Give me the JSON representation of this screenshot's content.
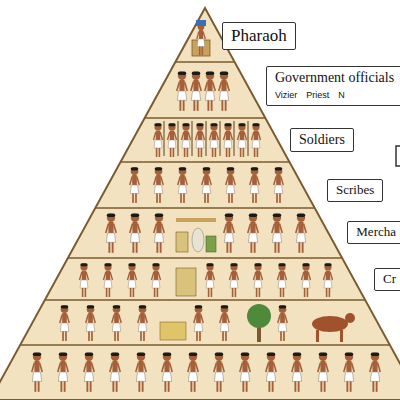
{
  "diagram": {
    "nodes": [
      {
        "text": [
          "Pharaoh"
        ]
      },
      {
        "text": [
          "Government officials",
          "Vizier",
          "Priest",
          "N"
        ]
      },
      {
        "text": [
          "Soldiers"
        ]
      },
      {
        "text": [
          "Scribes"
        ]
      },
      {
        "text": [
          "Mercha"
        ]
      },
      {
        "text": [
          "Cr"
        ]
      }
    ]
  }
}
